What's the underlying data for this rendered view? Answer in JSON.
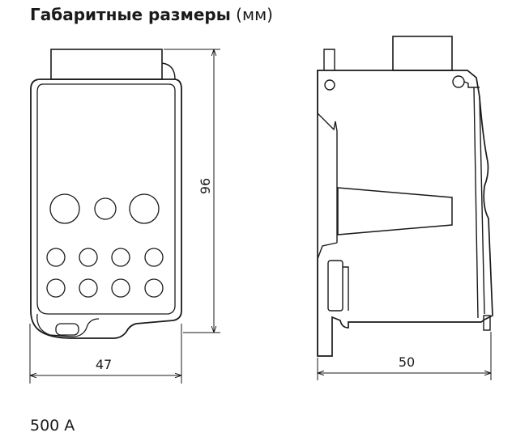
{
  "title": {
    "main": "Габаритные размеры",
    "unit": "(мм)"
  },
  "dimensions": {
    "width": "47",
    "height": "96",
    "depth": "50"
  },
  "rating": "500 А"
}
